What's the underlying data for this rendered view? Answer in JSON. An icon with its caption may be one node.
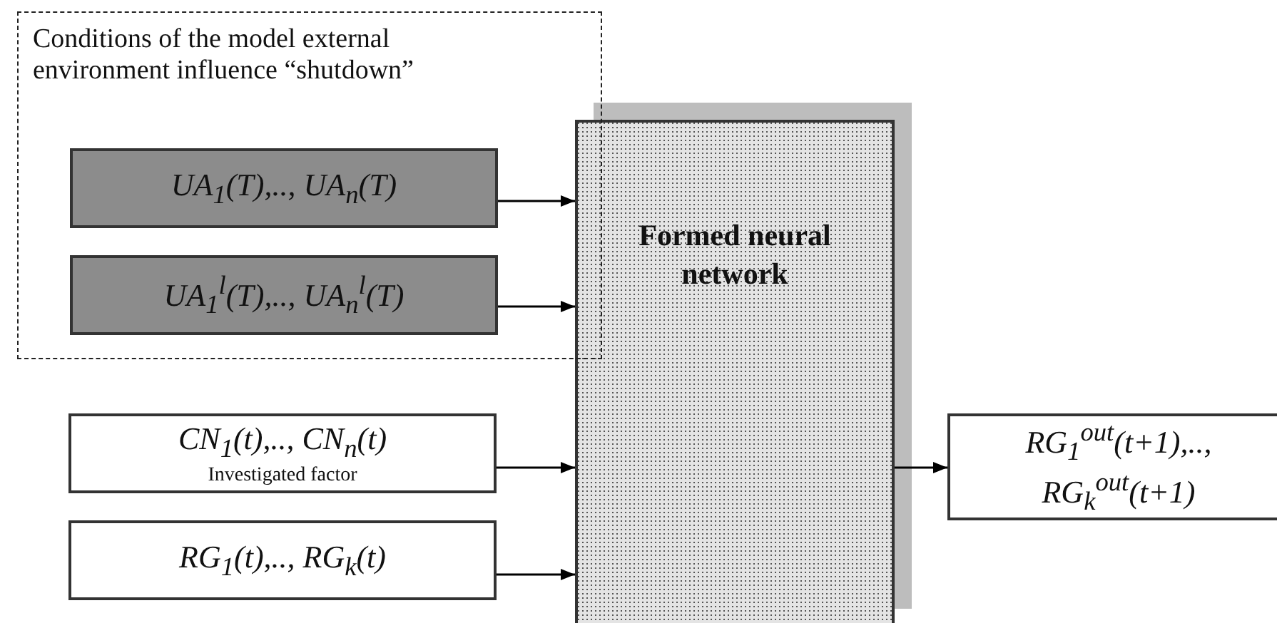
{
  "diagram": {
    "nodes": [
      {
        "text": [
          "Conditions of the model external environment influence “shutdown”"
        ]
      },
      {
        "text": [
          "UA$_{1}$(T),.., UA$_{n}$(T)"
        ],
        "in": 0
      },
      {
        "text": [
          "UA$_{1}$$^{l}$(T),.., UA$_{n}$$^{l}$(T)"
        ],
        "in": 0
      },
      {
        "text": [
          "CN$_{1}$(t),.., CN$_{n}$(t)",
          "Investigated factor"
        ]
      },
      {
        "text": [
          "RG$_{1}$(t),.., RG$_{k}$(t)"
        ]
      },
      {
        "text": [
          "Formed neural network"
        ]
      },
      {
        "text": [
          "RG$_{1}$$^{out}$(t+1),.., RG$_{k}$$^{out}$(t+1)"
        ]
      }
    ],
    "edges": [
      {
        "from": 1,
        "to": 5,
        "arrow": "to"
      },
      {
        "from": 2,
        "to": 5,
        "arrow": "to"
      },
      {
        "from": 3,
        "to": 5,
        "arrow": "to"
      },
      {
        "from": 4,
        "to": 5,
        "arrow": "to"
      },
      {
        "from": 5,
        "to": 6,
        "arrow": "to"
      }
    ]
  }
}
